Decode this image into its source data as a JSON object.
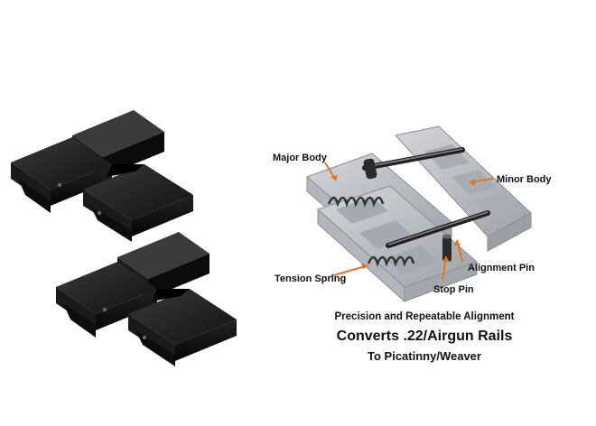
{
  "diagram": {
    "labels": {
      "major_body": "Major Body",
      "minor_body": "Minor Body",
      "tension_spring": "Tension Spring",
      "alignment_pin": "Alignment Pin",
      "stop_pin": "Stop Pin"
    },
    "caption": {
      "line1": "Precision and Repeatable Alignment",
      "line2": "Converts .22/Airgun Rails",
      "line3": "To Picatinny/Weaver"
    },
    "colors": {
      "adapter_metal": "#1a1a1a",
      "cutaway_body": "#b9bcc2",
      "arrow": "#e8731c",
      "text": "#111111"
    }
  }
}
